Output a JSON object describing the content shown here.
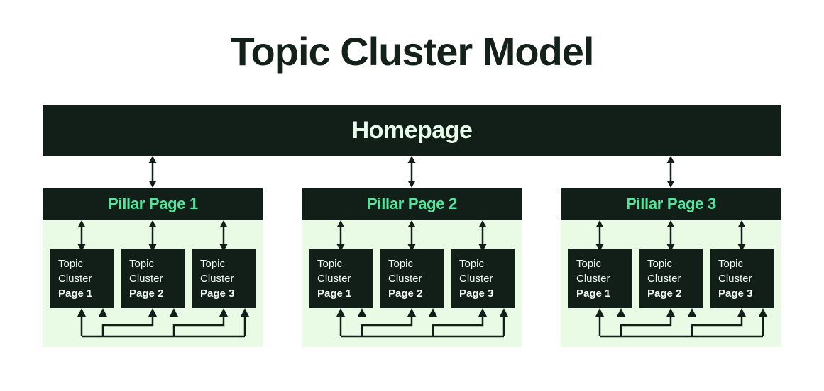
{
  "title": "Topic Cluster Model",
  "colors": {
    "dark": "#111f18",
    "panel": "#e9fbe4",
    "accent_green": "#4fe69e",
    "light_text": "#e6fbe8",
    "title_text": "#13211a",
    "background": "#ffffff"
  },
  "homepage": {
    "label": "Homepage"
  },
  "groups": [
    {
      "pillar_label": "Pillar Page 1",
      "topics": [
        {
          "line1": "Topic",
          "line2": "Cluster",
          "page": "Page 1"
        },
        {
          "line1": "Topic",
          "line2": "Cluster",
          "page": "Page 2"
        },
        {
          "line1": "Topic",
          "line2": "Cluster",
          "page": "Page 3"
        }
      ]
    },
    {
      "pillar_label": "Pillar Page 2",
      "topics": [
        {
          "line1": "Topic",
          "line2": "Cluster",
          "page": "Page 1"
        },
        {
          "line1": "Topic",
          "line2": "Cluster",
          "page": "Page 2"
        },
        {
          "line1": "Topic",
          "line2": "Cluster",
          "page": "Page 3"
        }
      ]
    },
    {
      "pillar_label": "Pillar Page 3",
      "topics": [
        {
          "line1": "Topic",
          "line2": "Cluster",
          "page": "Page 1"
        },
        {
          "line1": "Topic",
          "line2": "Cluster",
          "page": "Page 2"
        },
        {
          "line1": "Topic",
          "line2": "Cluster",
          "page": "Page 3"
        }
      ]
    }
  ]
}
